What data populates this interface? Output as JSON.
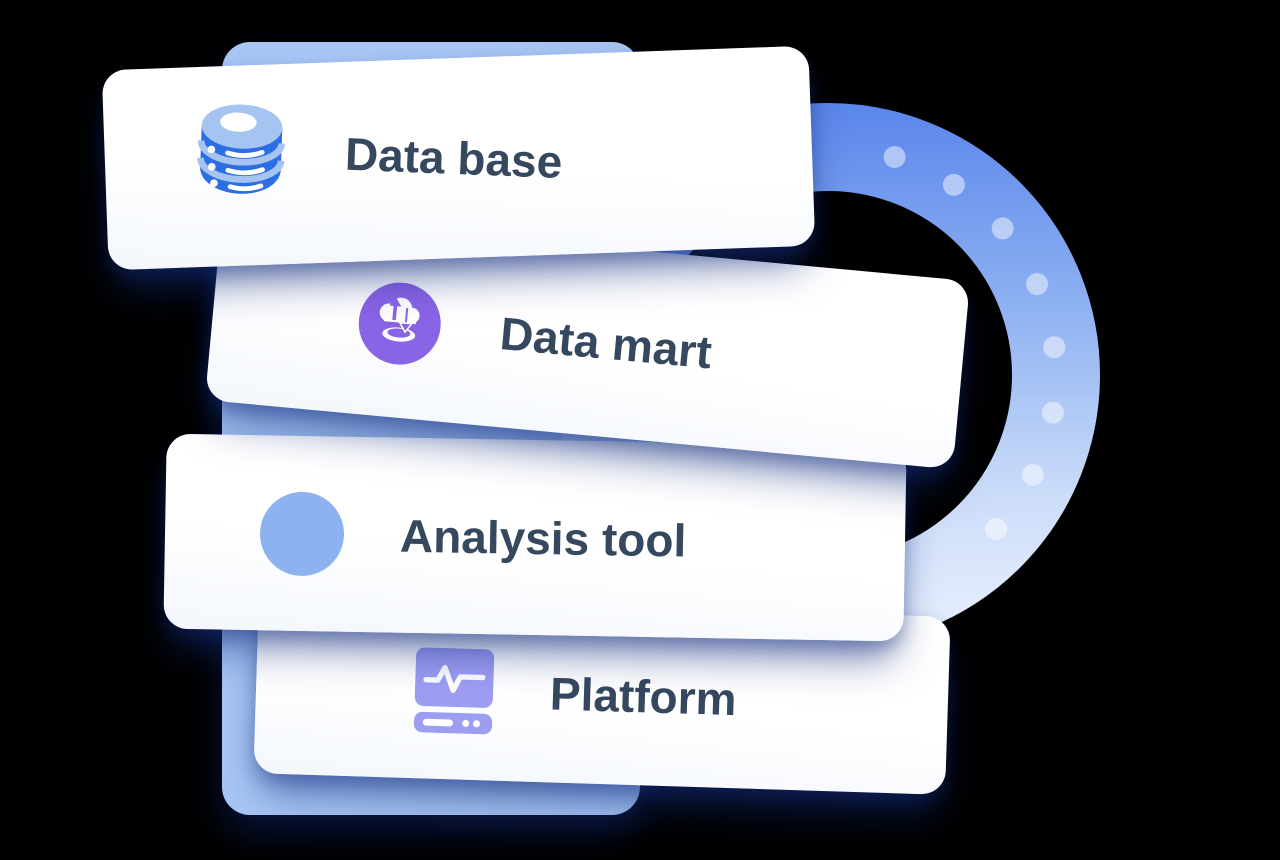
{
  "scene": {
    "background_color": "#000000",
    "backdrop_panel": {
      "color": "#A8C6F4"
    },
    "ring": {
      "gradient_top": "#5A86EB",
      "gradient_upper_mid": "#8FB2F2",
      "gradient_lower_mid": "#CBDCF9",
      "gradient_bottom": "#EAF1FD",
      "dot_color": "#FFFFFF",
      "dot_count": 8
    },
    "label_color": "#36485E",
    "cards": [
      {
        "label": "Data base",
        "icon": "database-icon",
        "icon_colors": {
          "body": "#2C6EE3",
          "top": "#A6C4F2",
          "hole": "#FFFFFF",
          "detail": "#FFFFFF"
        }
      },
      {
        "label": "Data mart",
        "icon": "cloud-sync-database-icon",
        "icon_colors": {
          "badge": "#8A64E6",
          "glyph": "#FFFFFF"
        }
      },
      {
        "label": "Analysis tool",
        "icon": "circle-icon",
        "icon_colors": {
          "badge": "#8CB3F0"
        }
      },
      {
        "label": "Platform",
        "icon": "monitor-pulse-icon",
        "icon_colors": {
          "badge": "#9D9DF2",
          "glyph": "#FFFFFF"
        }
      }
    ]
  }
}
